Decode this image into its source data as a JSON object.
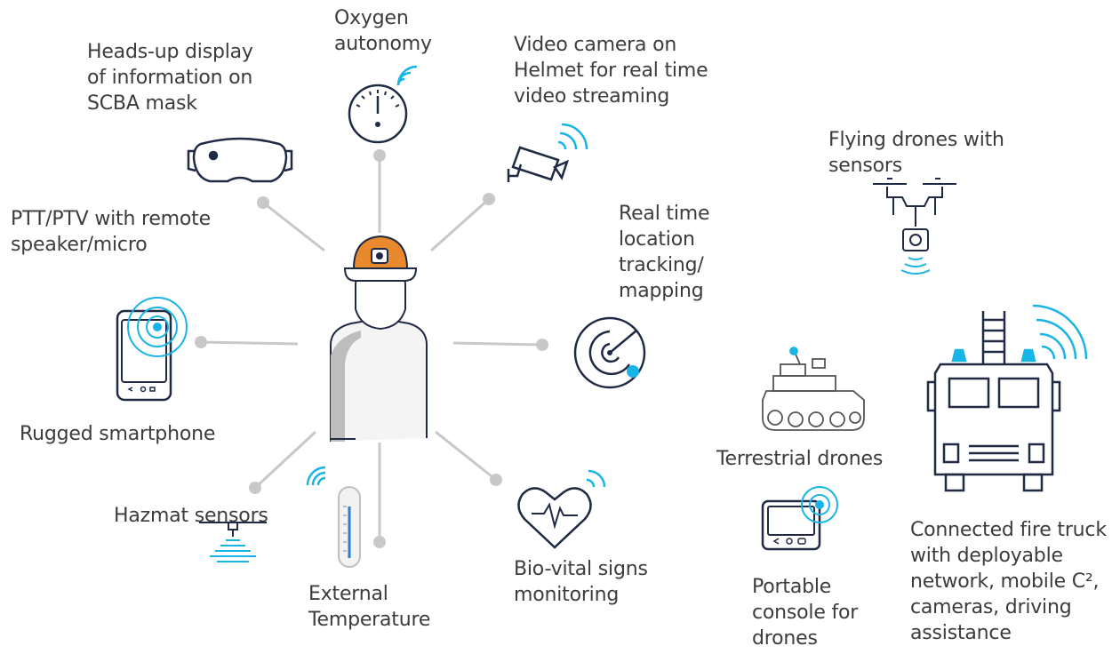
{
  "labels": {
    "oxygen": "Oxygen\nautonomy",
    "hud": "Heads-up display\nof information on\nSCBA mask",
    "video": "Video camera on\nHelmet for real time\nvideo streaming",
    "flying_drones": "Flying drones with\nsensors",
    "ptt": "PTT/PTV with remote\nspeaker/micro",
    "location": "Real time\nlocation\ntracking/\nmapping",
    "smartphone": "Rugged smartphone",
    "terrestrial": "Terrestrial drones",
    "hazmat": "Hazmat sensors",
    "temperature": "External\nTemperature",
    "biovital": "Bio-vital signs\nmonitoring",
    "console": "Portable\nconsole for\ndrones",
    "truck": "Connected fire truck\nwith deployable\nnetwork, mobile C²,\ncameras, driving\nassistance"
  },
  "colors": {
    "accent": "#19b4e6",
    "line": "#c8c8c8",
    "outline": "#1f2a44",
    "helmet": "#e8892e"
  },
  "icons": [
    "gauge-icon",
    "smart-glasses-icon",
    "video-camera-icon",
    "flying-drone-icon",
    "firefighter-icon",
    "radar-icon",
    "smartphone-icon",
    "terrestrial-drone-icon",
    "hazmat-sensor-icon",
    "thermometer-icon",
    "heartbeat-icon",
    "portable-console-icon",
    "fire-truck-icon"
  ]
}
